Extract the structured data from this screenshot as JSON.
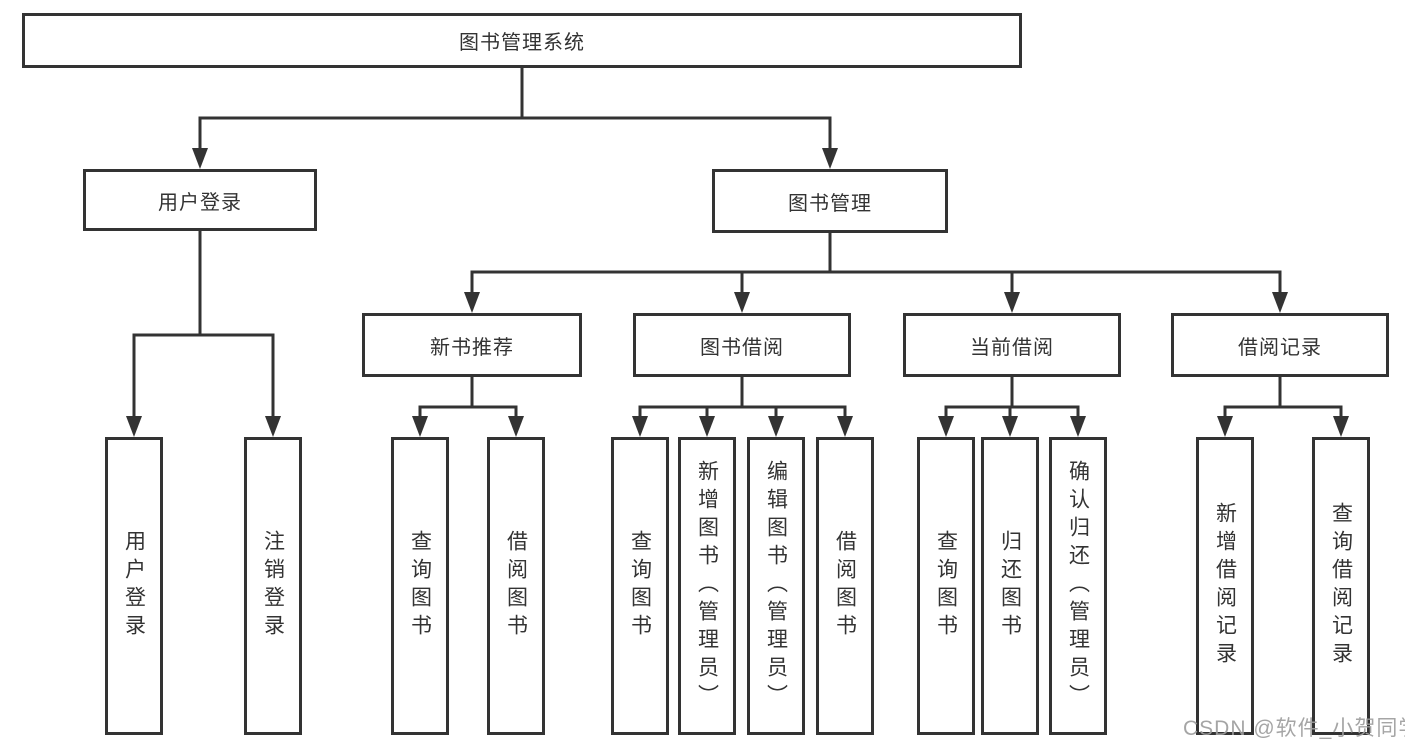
{
  "diagram": {
    "type": "org-chart",
    "title": "图书管理系统",
    "watermark": "CSDN @软件_小贺同学",
    "colors": {
      "line": "#333333",
      "text": "#333333",
      "watermark": "#9e9e9e",
      "background": "#ffffff"
    },
    "nodes": {
      "root": {
        "label": "图书管理系统",
        "children": [
          "user_login",
          "book_management"
        ]
      },
      "user_login": {
        "label": "用户登录",
        "children": [
          "leaf_user_login",
          "leaf_logout"
        ]
      },
      "book_management": {
        "label": "图书管理",
        "children": [
          "new_book_recommend",
          "book_borrowing",
          "current_borrowing",
          "borrowing_records"
        ]
      },
      "new_book_recommend": {
        "label": "新书推荐",
        "children": [
          "leaf_query_books_a",
          "leaf_borrow_books_a"
        ]
      },
      "book_borrowing": {
        "label": "图书借阅",
        "children": [
          "leaf_query_books_b",
          "leaf_add_books_admin",
          "leaf_edit_books_admin",
          "leaf_borrow_books_b"
        ]
      },
      "current_borrowing": {
        "label": "当前借阅",
        "children": [
          "leaf_query_books_c",
          "leaf_return_books",
          "leaf_confirm_return_admin"
        ]
      },
      "borrowing_records": {
        "label": "借阅记录",
        "children": [
          "leaf_new_borrow_record",
          "leaf_query_borrow_record"
        ]
      },
      "leaf_user_login": {
        "label": "用户登录"
      },
      "leaf_logout": {
        "label": "注销登录"
      },
      "leaf_query_books_a": {
        "label": "查询图书"
      },
      "leaf_borrow_books_a": {
        "label": "借阅图书"
      },
      "leaf_query_books_b": {
        "label": "查询图书"
      },
      "leaf_add_books_admin": {
        "label": "新增图书（管理员）"
      },
      "leaf_edit_books_admin": {
        "label": "编辑图书（管理员）"
      },
      "leaf_borrow_books_b": {
        "label": "借阅图书"
      },
      "leaf_query_books_c": {
        "label": "查询图书"
      },
      "leaf_return_books": {
        "label": "归还图书"
      },
      "leaf_confirm_return_admin": {
        "label": "确认归还（管理员）"
      },
      "leaf_new_borrow_record": {
        "label": "新增借阅记录"
      },
      "leaf_query_borrow_record": {
        "label": "查询借阅记录"
      }
    }
  }
}
